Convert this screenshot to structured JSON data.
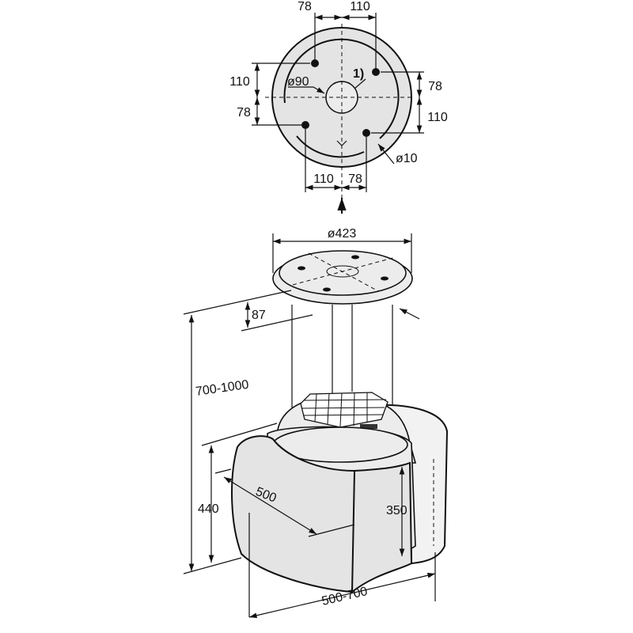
{
  "top_view": {
    "dim_top_left": "78",
    "dim_top_right": "110",
    "dim_left_upper": "110",
    "dim_left_lower": "78",
    "dim_right_upper": "78",
    "dim_right_lower": "110",
    "dim_bottom_left": "110",
    "dim_bottom_right": "78",
    "hub_diameter": "ø90",
    "note_marker": "1)",
    "hole_diameter": "ø10"
  },
  "iso_view": {
    "plate_diameter": "ø423",
    "plate_height": "87",
    "total_height": "700-1000",
    "hood_height": "440",
    "hood_diameter": "500",
    "inner_height": "350",
    "width_range": "500-700"
  },
  "colors": {
    "fill": "#e4e4e4",
    "line": "#111111"
  }
}
